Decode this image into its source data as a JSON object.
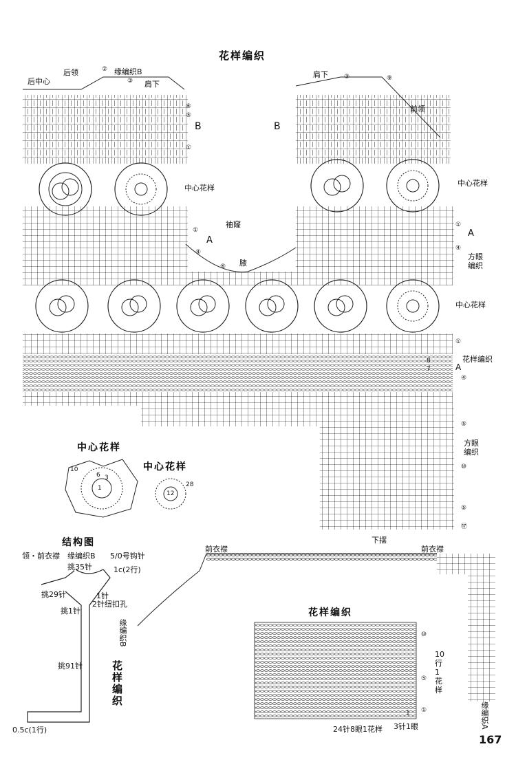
{
  "titles": {
    "top": "花样编织",
    "center_motif_1": "中心花样",
    "center_motif_2": "中心花样",
    "structure": "结构图",
    "bottom": "花样编织",
    "vertical": "花样编织"
  },
  "back": {
    "center_back": "后中心",
    "back_neck": "后领",
    "edge_b": "缘编织B",
    "shoulder": "肩下",
    "b_label": "B",
    "center_pattern": "中心花样",
    "sleeve": "袖窿",
    "a_label": "A",
    "underarm": "腋"
  },
  "front": {
    "shoulder": "肩下",
    "front_neck": "前领",
    "b_label": "B",
    "center_pattern": "中心花样",
    "a_label": "A",
    "square_mesh": "方眼编织",
    "center_pattern_2": "中心花样",
    "pattern_knit": "花样编织",
    "a_label_2": "A",
    "square_mesh_2": "方眼编织"
  },
  "circles": [
    "①",
    "⑤",
    "⑥",
    "②",
    "③",
    "④",
    "⑩",
    "⑰",
    "⑨"
  ],
  "structure": {
    "collar": "领・前衣襟",
    "edge": "缘编织B",
    "hook": "5/0号钩针",
    "pick35": "挑35针",
    "c2": "1c(2行)",
    "pick29": "挑29针",
    "one_stitch": "1针",
    "buttonhole": "2针纽扣孔",
    "pick1": "挑1针",
    "pick91": "挑91针",
    "half": "0.5c(1行)"
  },
  "bottom": {
    "placket_left": "前衣襟",
    "hem": "下摆",
    "placket_right": "前衣襟",
    "edge_b_vert": "缘编织B",
    "edge_a_vert": "缘编织A",
    "rows": "10行1花样",
    "r10": "⑩",
    "r5": "⑤",
    "r1": "①",
    "note_left": "24针8眼1花样",
    "note_right": "3针1眼",
    "n10": "10",
    "n1": "1"
  },
  "motif_nums": [
    "10",
    "6",
    "3",
    "1",
    "28",
    "12",
    "8",
    "7"
  ],
  "page_number": "167",
  "colors": {
    "ink": "#1a1a1a",
    "paper": "#ffffff",
    "light": "#555555"
  }
}
